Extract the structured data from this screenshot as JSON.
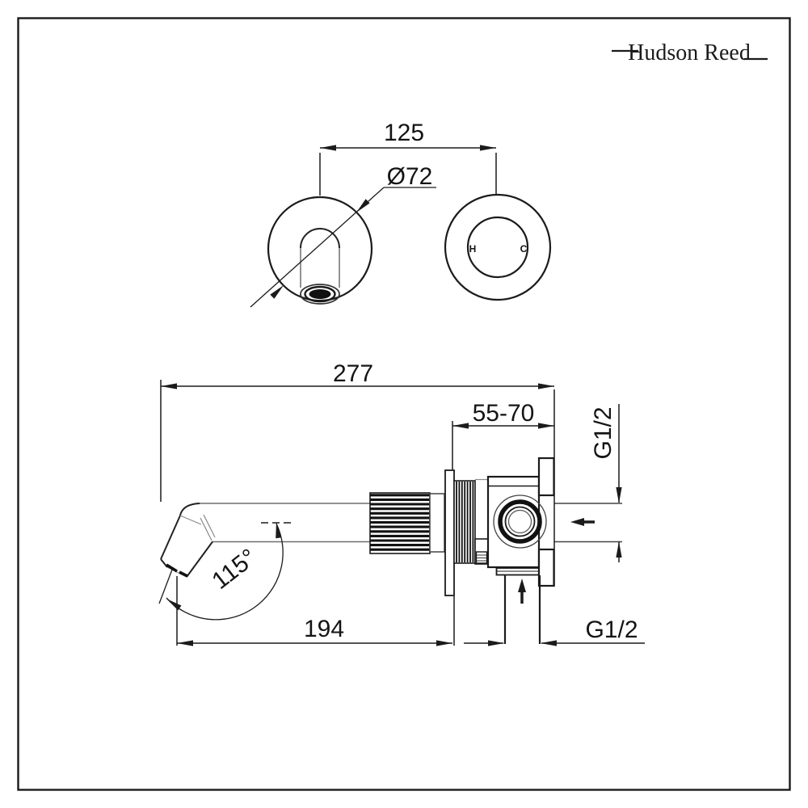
{
  "page": {
    "title": "Wall mounted tap technical drawing"
  },
  "brand": {
    "name": "Hudson Reed"
  },
  "colors": {
    "ink": "#1b1b1b",
    "thin_line": "#6f6f6f",
    "paper": "#ffffff"
  },
  "top_view": {
    "centres_dimension": "125",
    "plate_diameter": "Ø72",
    "hot_indicator": "H",
    "cold_indicator": "C"
  },
  "side_view": {
    "overall_length": "277",
    "wall_depth_range": "55-70",
    "side_inlet_thread": "G1/2",
    "bottom_inlet_thread": "G1/2",
    "spout_projection": "194",
    "spout_angle": "115°"
  }
}
